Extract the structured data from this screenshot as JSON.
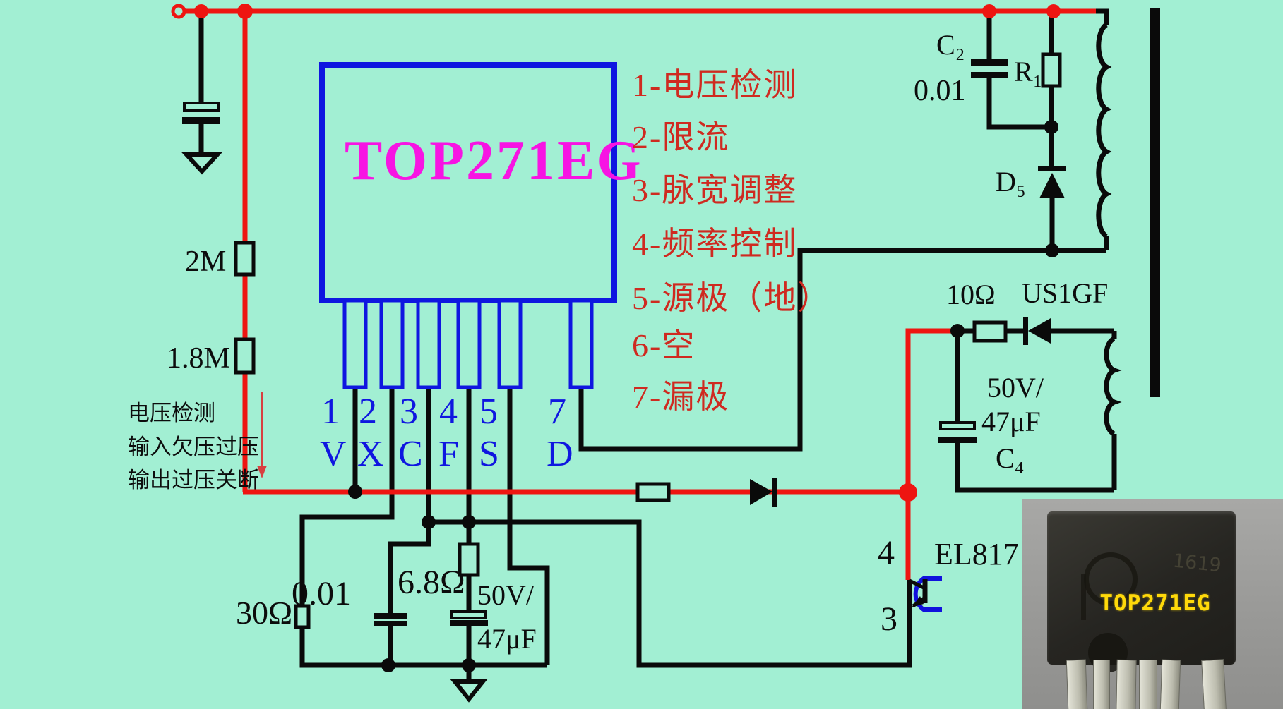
{
  "colors": {
    "background": "#a2efd3",
    "wire_red": "#ee1511",
    "wire_black": "#0a0a0a",
    "chip_blue": "#0f16e0",
    "chip_text_magenta": "#f714e3",
    "legend_red": "#cf2a20",
    "photo_marking_yellow": "#ffd90a"
  },
  "chip": {
    "label": "TOP271EG",
    "pins": [
      {
        "num": "1",
        "sym": "V"
      },
      {
        "num": "2",
        "sym": "X"
      },
      {
        "num": "3",
        "sym": "C"
      },
      {
        "num": "4",
        "sym": "F"
      },
      {
        "num": "5",
        "sym": "S"
      },
      {
        "num": "7",
        "sym": "D"
      }
    ]
  },
  "legend": {
    "items": [
      "1-电压检测",
      "2-限流",
      "3-脉宽调整",
      "4-频率控制",
      "5-源极（地）",
      "6-空",
      "7-漏极"
    ]
  },
  "left_branch": {
    "resistor_top": "2M",
    "resistor_bottom": "1.8M",
    "note_lines": [
      "电压检测",
      "输入欠压过压",
      "输出过压关断"
    ]
  },
  "snubber": {
    "cap_name": "C₂",
    "cap_value": "0.01",
    "resistor_name": "R₁",
    "diode_name": "D₅"
  },
  "bias": {
    "resistor": "10Ω",
    "diode": "US1GF",
    "cap_spec": "50V/",
    "cap_value": "47μF",
    "cap_name": "C₄"
  },
  "source_net": {
    "resistor_x": "30Ω",
    "cap_value": "0.01",
    "resistor_f": "6.8Ω",
    "cap2_spec": "50V/",
    "cap2_value": "47μF"
  },
  "opto": {
    "label": "EL817",
    "pin_top": "4",
    "pin_bottom": "3"
  },
  "photo": {
    "marking": "TOP271EG",
    "date_code": "1619"
  }
}
